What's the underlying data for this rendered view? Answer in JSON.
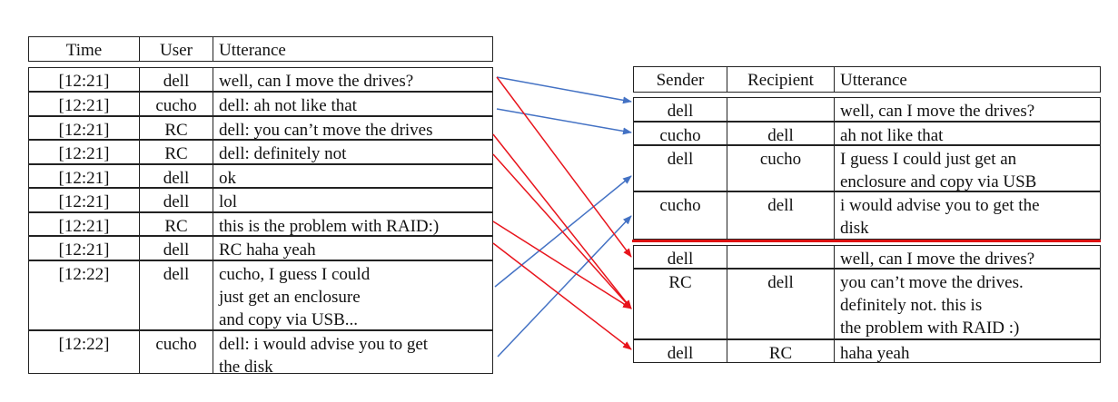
{
  "left_table": {
    "headers": {
      "time": "Time",
      "user": "User",
      "utterance": "Utterance"
    },
    "rows": [
      {
        "time": "[12:21]",
        "user": "dell",
        "utterance": "well, can I move the drives?"
      },
      {
        "time": "[12:21]",
        "user": "cucho",
        "utterance": "dell: ah not like that"
      },
      {
        "time": "[12:21]",
        "user": "RC",
        "utterance": "dell: you can’t move the drives"
      },
      {
        "time": "[12:21]",
        "user": "RC",
        "utterance": "dell: definitely not"
      },
      {
        "time": "[12:21]",
        "user": "dell",
        "utterance": "ok"
      },
      {
        "time": "[12:21]",
        "user": "dell",
        "utterance": "lol"
      },
      {
        "time": "[12:21]",
        "user": "RC",
        "utterance": "this is the problem with RAID:)"
      },
      {
        "time": "[12:21]",
        "user": "dell",
        "utterance": "RC haha yeah"
      },
      {
        "time": "[12:22]",
        "user": "dell",
        "utterance": "cucho, I guess I could\njust get an enclosure\nand copy via USB..."
      },
      {
        "time": "[12:22]",
        "user": "cucho",
        "utterance": "dell: i would advise you to get\nthe disk"
      }
    ]
  },
  "right_table": {
    "headers": {
      "sender": "Sender",
      "recipient": "Recipient",
      "utterance": "Utterance"
    },
    "rows": [
      {
        "sender": "dell",
        "recipient": "",
        "utterance": "well, can I move the drives?"
      },
      {
        "sender": "cucho",
        "recipient": "dell",
        "utterance": "ah not like that"
      },
      {
        "sender": "dell",
        "recipient": "cucho",
        "utterance": "I guess I could just get an\nenclosure and copy via USB"
      },
      {
        "sender": "cucho",
        "recipient": "dell",
        "utterance": "i would advise you to get the\ndisk"
      },
      {
        "sender": "dell",
        "recipient": "",
        "utterance": "well, can I move the drives?"
      },
      {
        "sender": "RC",
        "recipient": "dell",
        "utterance": "you can’t move the drives.\ndefinitely not. this is\nthe problem with RAID :)"
      },
      {
        "sender": "dell",
        "recipient": "RC",
        "utterance": "haha yeah"
      }
    ]
  },
  "arrow_colors": {
    "blue": "#4472c4",
    "red": "#e8141c"
  },
  "arrows": [
    {
      "color": "blue",
      "from": 0,
      "to": 0
    },
    {
      "color": "blue",
      "from": 1,
      "to": 1
    },
    {
      "color": "blue",
      "from": 8,
      "to": 2
    },
    {
      "color": "blue",
      "from": 9,
      "to": 3
    },
    {
      "color": "red",
      "from": 0,
      "to": 4
    },
    {
      "color": "red",
      "from": 2,
      "to": 5
    },
    {
      "color": "red",
      "from": 3,
      "to": 5
    },
    {
      "color": "red",
      "from": 6,
      "to": 5
    },
    {
      "color": "red",
      "from": 7,
      "to": 6
    }
  ]
}
